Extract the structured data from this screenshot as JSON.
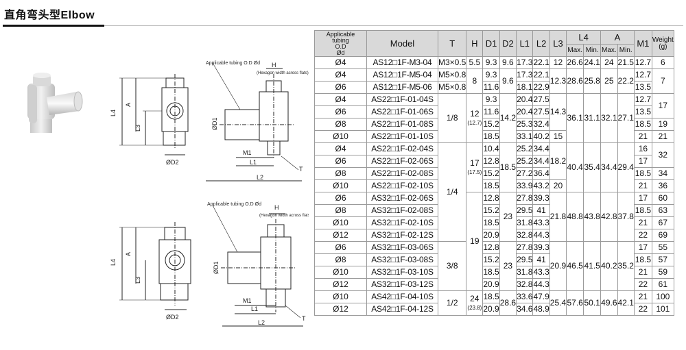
{
  "title": "直角弯头型Elbow",
  "diagram_labels": {
    "tubing_label": "Applicable tubing O.D Ød",
    "hex_label": "(Hexagon width across flats)",
    "H": "H",
    "A": "A",
    "L1": "L1",
    "L2": "L2",
    "L3": "L3",
    "L4": "L4",
    "M1": "M1",
    "T": "T",
    "D1": "ØD1",
    "D2": "ØD2"
  },
  "table": {
    "headers": {
      "tubing": [
        "Applicable",
        "tubing",
        "O.D",
        "Ød"
      ],
      "model": "Model",
      "T": "T",
      "H": "H",
      "D1": "D1",
      "D2": "D2",
      "L1": "L1",
      "L2": "L2",
      "L3": "L3",
      "L4": "L4",
      "A": "A",
      "M1": "M1",
      "weight": "Weight",
      "weight_unit": "(g)",
      "max": "Max.",
      "min": "Min."
    },
    "rows": [
      {
        "od": "Ø4",
        "model": "AS12□1F-M3-04",
        "d1": "9.3",
        "l1": "17.3",
        "l2": "22.1",
        "l3": "12",
        "m1": "12.7",
        "w": "6"
      },
      {
        "od": "Ø4",
        "model": "AS12□1F-M5-04",
        "d1": "9.3",
        "l1": "17.3",
        "l2": "22.1",
        "m1": "12.7"
      },
      {
        "od": "Ø6",
        "model": "AS12□1F-M5-06",
        "d1": "11.6",
        "l1": "18.1",
        "l2": "22.9",
        "m1": "13.5"
      },
      {
        "od": "Ø4",
        "model": "AS22□1F-01-04S",
        "d1": "9.3",
        "l1": "20.4",
        "l2": "27.5",
        "m1": "12.7"
      },
      {
        "od": "Ø6",
        "model": "AS22□1F-01-06S",
        "d1": "11.6",
        "l1": "20.4",
        "l2": "27.5",
        "m1": "13.5"
      },
      {
        "od": "Ø8",
        "model": "AS22□1F-01-08S",
        "d1": "15.2",
        "l1": "25.3",
        "l2": "32.4",
        "m1": "18.5",
        "w": "19"
      },
      {
        "od": "Ø10",
        "model": "AS22□1F-01-10S",
        "d1": "18.5",
        "l1": "33.1",
        "l2": "40.2",
        "l3": "15",
        "m1": "21",
        "w": "21"
      },
      {
        "od": "Ø4",
        "model": "AS22□1F-02-04S",
        "d1": "10.4",
        "l1": "25.2",
        "l2": "34.4",
        "m1": "16"
      },
      {
        "od": "Ø6",
        "model": "AS22□1F-02-06S",
        "d1": "12.8",
        "l1": "25.2",
        "l2": "34.4",
        "m1": "17"
      },
      {
        "od": "Ø8",
        "model": "AS22□1F-02-08S",
        "d1": "15.2",
        "l1": "27.2",
        "l2": "36.4",
        "m1": "18.5",
        "w": "34"
      },
      {
        "od": "Ø10",
        "model": "AS22□1F-02-10S",
        "d1": "18.5",
        "l1": "33.9",
        "l2": "43.2",
        "l3": "20",
        "m1": "21",
        "w": "36"
      },
      {
        "od": "Ø6",
        "model": "AS32□1F-02-06S",
        "d1": "12.8",
        "l1": "27.8",
        "l2": "39.3",
        "m1": "17",
        "w": "60"
      },
      {
        "od": "Ø8",
        "model": "AS32□1F-02-08S",
        "d1": "15.2",
        "l1": "29.5",
        "l2": "41",
        "m1": "18.5",
        "w": "63"
      },
      {
        "od": "Ø10",
        "model": "AS32□1F-02-10S",
        "d1": "18.5",
        "l1": "31.8",
        "l2": "43.3",
        "m1": "21",
        "w": "67"
      },
      {
        "od": "Ø12",
        "model": "AS32□1F-02-12S",
        "d1": "20.9",
        "l1": "32.8",
        "l2": "44.3",
        "m1": "22",
        "w": "69"
      },
      {
        "od": "Ø6",
        "model": "AS32□1F-03-06S",
        "d1": "12.8",
        "l1": "27.8",
        "l2": "39.3",
        "m1": "17",
        "w": "55"
      },
      {
        "od": "Ø8",
        "model": "AS32□1F-03-08S",
        "d1": "15.2",
        "l1": "29.5",
        "l2": "41",
        "m1": "18.5",
        "w": "57"
      },
      {
        "od": "Ø10",
        "model": "AS32□1F-03-10S",
        "d1": "18.5",
        "l1": "31.8",
        "l2": "43.3",
        "m1": "21",
        "w": "59"
      },
      {
        "od": "Ø12",
        "model": "AS32□1F-03-12S",
        "d1": "20.9",
        "l1": "32.8",
        "l2": "44.3",
        "m1": "22",
        "w": "61"
      },
      {
        "od": "Ø10",
        "model": "AS42□1F-04-10S",
        "d1": "18.5",
        "l1": "33.6",
        "l2": "47.9",
        "m1": "21",
        "w": "100"
      },
      {
        "od": "Ø12",
        "model": "AS42□1F-04-12S",
        "d1": "20.9",
        "l1": "34.6",
        "l2": "48.9",
        "m1": "22",
        "w": "101"
      }
    ],
    "merged": {
      "t_m3": "M3×0.5",
      "t_m5a": "M5×0.8",
      "t_m5b": "M5×0.8",
      "t_18": "1/8",
      "t_14": "1/4",
      "t_38": "3/8",
      "t_12": "1/2",
      "h_1": "5.5",
      "h_2": "8",
      "h_3": "12",
      "h_3b": "(12.7)",
      "h_4": "17",
      "h_4b": "(17.5)",
      "h_5": "19",
      "h_6": "24",
      "h_6b": "(23.8)",
      "d2_1": "9.6",
      "d2_2": "9.6",
      "d2_3": "14.2",
      "d2_4": "18.5",
      "d2_5": "23",
      "d2_6": "23",
      "d2_7": "28.6",
      "l3_2": "12.3",
      "l3_3": "14.3",
      "l3_4": "18.2",
      "l3_5": "21.8",
      "l3_6": "20.9",
      "l3_7": "25.4",
      "l4max_1": "26.6",
      "l4min_1": "24.1",
      "amax_1": "24",
      "amin_1": "21.5",
      "l4max_2": "28.6",
      "l4min_2": "25.8",
      "amax_2": "25",
      "amin_2": "22.2",
      "l4max_3": "36.1",
      "l4min_3": "31.1",
      "amax_3": "32.1",
      "amin_3": "27.1",
      "l4max_4": "40.4",
      "l4min_4": "35.4",
      "amax_4": "34.4",
      "amin_4": "29.4",
      "l4max_5": "48.8",
      "l4min_5": "43.8",
      "amax_5": "42.8",
      "amin_5": "37.8",
      "l4max_6": "46.5",
      "l4min_6": "41.5",
      "amax_6": "40.2",
      "amin_6": "35.2",
      "l4max_7": "57.6",
      "l4min_7": "50.1",
      "amax_7": "49.6",
      "amin_7": "42.1",
      "w_2": "7",
      "w_3": "17",
      "w_4": "32"
    }
  }
}
